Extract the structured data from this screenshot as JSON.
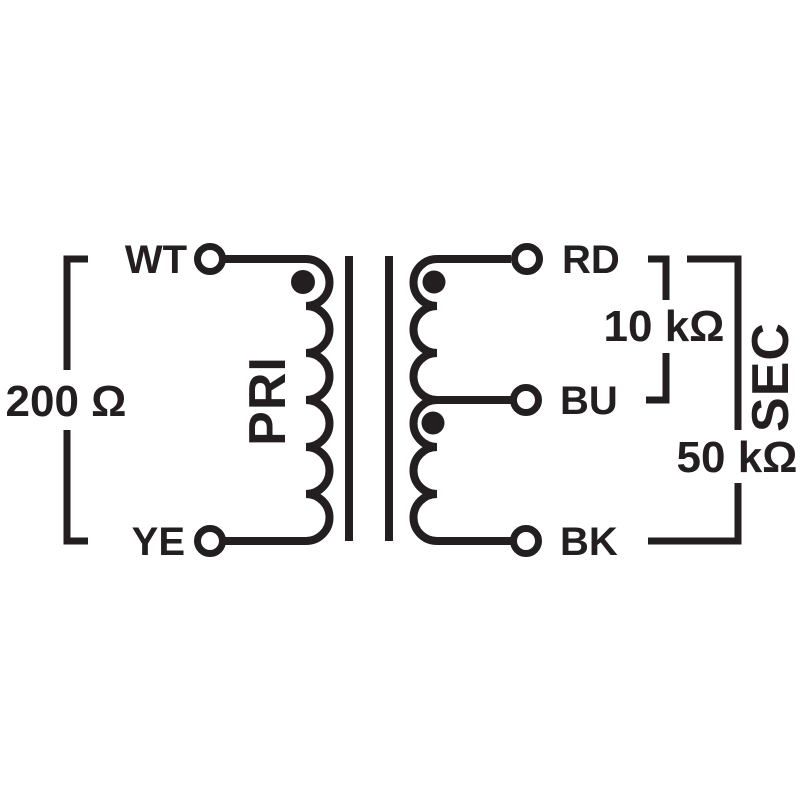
{
  "colors": {
    "ink": "#231f20",
    "background": "#ffffff"
  },
  "primary": {
    "winding_label": "PRI",
    "impedance_label": "200 Ω",
    "terminals": [
      {
        "code": "WT"
      },
      {
        "code": "YE"
      }
    ]
  },
  "secondary": {
    "winding_label": "SEC",
    "tap_impedance_label": "10 kΩ",
    "full_impedance_label": "50 kΩ",
    "terminals": [
      {
        "code": "RD"
      },
      {
        "code": "BU"
      },
      {
        "code": "BK"
      }
    ]
  }
}
